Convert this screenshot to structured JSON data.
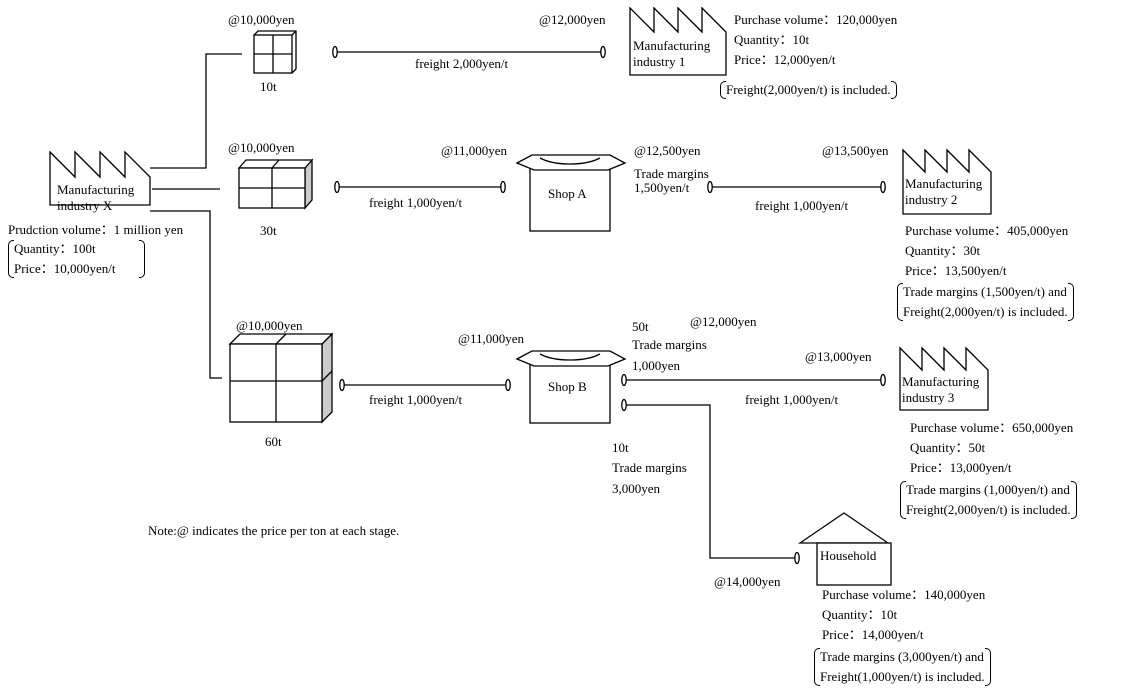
{
  "colors": {
    "line": "#000000",
    "box_side": "#cccccc",
    "background": "#ffffff"
  },
  "origin": {
    "name_lines": [
      "Manufacturing",
      "industry X"
    ],
    "production": "Prudction volume：1 million yen",
    "quantity": "Quantity：100t",
    "price": "Price：10,000yen/t"
  },
  "flows": {
    "top": {
      "price": "@10,000yen",
      "qty": "10t",
      "freight": "freight 2,000yen/t",
      "arrive_price": "@12,000yen"
    },
    "mid": {
      "price": "@10,000yen",
      "qty": "30t",
      "freight": "freight 1,000yen/t",
      "arrive_price": "@11,000yen"
    },
    "bot": {
      "price": "@10,000yen",
      "qty": "60t",
      "freight": "freight 1,000yen/t",
      "arrive_price": "@11,000yen"
    }
  },
  "shop_a": {
    "label": "Shop A",
    "out_price": "@12,500yen",
    "margin_label": "Trade margins",
    "margin_value": "1,500yen/t",
    "freight": "freight 1,000yen/t",
    "dest_price": "@13,500yen"
  },
  "shop_b": {
    "label": "Shop B",
    "to3_qty": "50t",
    "to3_margin_label": "Trade margins",
    "to3_margin_value": "1,000yen",
    "to3_price": "@12,000yen",
    "to3_freight": "freight 1,000yen/t",
    "to3_dest_price": "@13,000yen",
    "hh_qty": "10t",
    "hh_margin_label": "Trade margins",
    "hh_margin_value": "3,000yen",
    "hh_dest_price": "@14,000yen"
  },
  "industry1": {
    "name_lines": [
      "Manufacturing",
      "industry 1"
    ],
    "purchase": "Purchase volume：120,000yen",
    "quantity": "Quantity：10t",
    "price": "Price：12,000yen/t",
    "note": "Freight(2,000yen/t) is included."
  },
  "industry2": {
    "name_lines": [
      "Manufacturing",
      "industry 2"
    ],
    "purchase": "Purchase volume：405,000yen",
    "quantity": "Quantity：30t",
    "price": "Price：13,500yen/t",
    "note1": "Trade margins (1,500yen/t) and",
    "note2": "Freight(2,000yen/t) is included."
  },
  "industry3": {
    "name_lines": [
      "Manufacturing",
      "industry 3"
    ],
    "purchase": "Purchase volume：650,000yen",
    "quantity": "Quantity：50t",
    "price": "Price：13,000yen/t",
    "note1": "Trade margins (1,000yen/t) and",
    "note2": "Freight(2,000yen/t) is included."
  },
  "household": {
    "label": "Household",
    "purchase": "Purchase volume：140,000yen",
    "quantity": "Quantity：10t",
    "price": "Price：14,000yen/t",
    "note1": "Trade margins (3,000yen/t) and",
    "note2": "Freight(1,000yen/t) is included."
  },
  "note": "Note:@ indicates the price per ton at each stage."
}
